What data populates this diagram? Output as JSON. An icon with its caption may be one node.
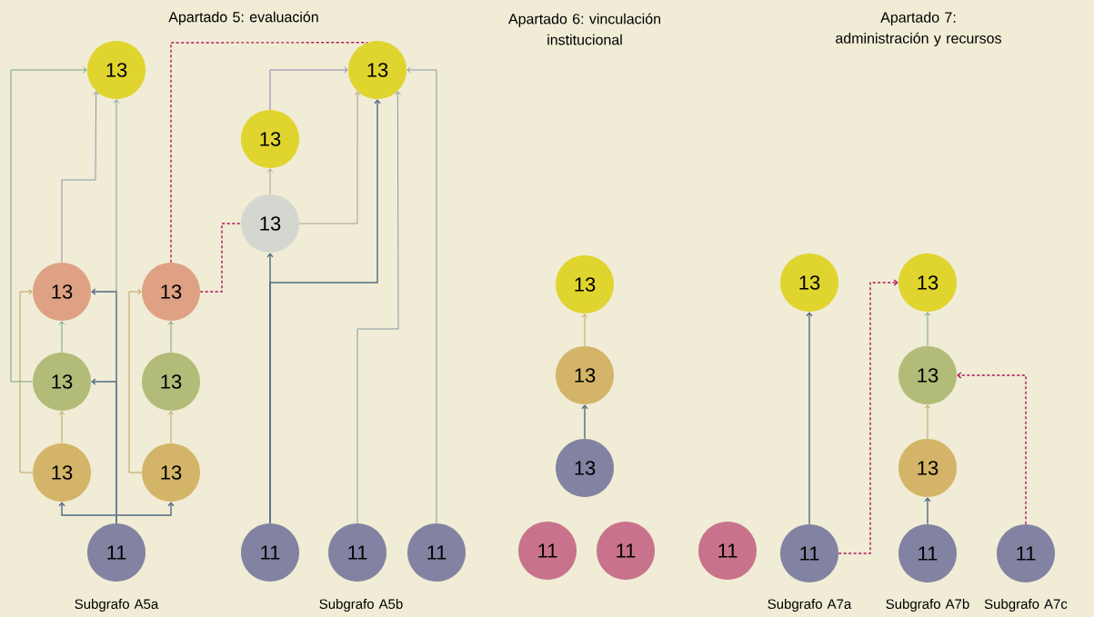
{
  "diagram": {
    "nodes": [
      {
        "text": [
          "13"
        ]
      },
      {
        "text": [
          "13"
        ]
      },
      {
        "text": [
          "13"
        ]
      },
      {
        "text": [
          "13"
        ]
      },
      {
        "text": [
          "13"
        ]
      },
      {
        "text": [
          "13"
        ]
      },
      {
        "text": [
          "13"
        ]
      },
      {
        "text": [
          "13"
        ]
      },
      {
        "text": [
          "13"
        ]
      },
      {
        "text": [
          "13"
        ]
      },
      {
        "text": [
          "11"
        ]
      },
      {
        "text": [
          "11"
        ]
      },
      {
        "text": [
          "11"
        ]
      },
      {
        "text": [
          "11"
        ]
      },
      {
        "text": [
          "13"
        ]
      },
      {
        "text": [
          "13"
        ]
      },
      {
        "text": [
          "13"
        ]
      },
      {
        "text": [
          "11"
        ]
      },
      {
        "text": [
          "11"
        ]
      },
      {
        "text": [
          "11"
        ]
      },
      {
        "text": [
          "13"
        ]
      },
      {
        "text": [
          "13"
        ]
      },
      {
        "text": [
          "13"
        ]
      },
      {
        "text": [
          "13"
        ]
      },
      {
        "text": [
          "11"
        ]
      },
      {
        "text": [
          "11"
        ]
      },
      {
        "text": [
          "11"
        ]
      }
    ],
    "edges": [
      {
        "from": 10,
        "to": 8,
        "arrow": "to"
      },
      {
        "from": 10,
        "to": 9,
        "arrow": "to"
      },
      {
        "from": 10,
        "to": 6,
        "arrow": "to"
      },
      {
        "from": 10,
        "to": 4,
        "arrow": "to"
      },
      {
        "from": 10,
        "to": 0,
        "arrow": "to",
        "color": "#7d8f9f"
      },
      {
        "from": 8,
        "to": 6,
        "arrow": "to",
        "color": "#b89a5a"
      },
      {
        "from": 6,
        "to": 4,
        "arrow": "to",
        "color": "#6a9a78"
      },
      {
        "from": 8,
        "to": 4,
        "arrow": "to",
        "color": "#b89a5a"
      },
      {
        "from": 6,
        "to": 0,
        "arrow": "to",
        "color": "#6a9a78"
      },
      {
        "from": 4,
        "to": 0,
        "arrow": "to",
        "color": "#7d8f9f"
      },
      {
        "from": 9,
        "to": 7,
        "arrow": "to",
        "color": "#b89a5a"
      },
      {
        "from": 7,
        "to": 5,
        "arrow": "to",
        "color": "#6a9a78"
      },
      {
        "from": 9,
        "to": 5,
        "arrow": "to",
        "color": "#b89a5a"
      },
      {
        "from": 5,
        "to": 1,
        "arrow": "none",
        "style": "dashed",
        "color": "#b0105a"
      },
      {
        "from": 5,
        "to": 3,
        "arrow": "none",
        "style": "dashed",
        "color": "#b0105a"
      },
      {
        "from": 3,
        "to": 2,
        "arrow": "to",
        "color": "#9a9a88"
      },
      {
        "from": 2,
        "to": 1,
        "arrow": "to",
        "color": "#8a70b0"
      },
      {
        "from": 3,
        "to": 1,
        "arrow": "to",
        "color": "#9a9a88"
      },
      {
        "from": 11,
        "to": 3,
        "arrow": "to"
      },
      {
        "from": 11,
        "to": 1,
        "arrow": "to"
      },
      {
        "from": 12,
        "to": 1,
        "arrow": "to",
        "color": "#7d8f9f"
      },
      {
        "from": 13,
        "to": 1,
        "arrow": "to",
        "color": "#7d8f9f"
      },
      {
        "from": 16,
        "to": 15,
        "arrow": "to"
      },
      {
        "from": 15,
        "to": 14,
        "arrow": "to",
        "color": "#b89a5a"
      },
      {
        "from": 24,
        "to": 20,
        "arrow": "to"
      },
      {
        "from": 24,
        "to": 21,
        "arrow": "to",
        "style": "dashed",
        "color": "#b0105a"
      },
      {
        "from": 25,
        "to": 23,
        "arrow": "to"
      },
      {
        "from": 23,
        "to": 22,
        "arrow": "to",
        "color": "#b89a5a"
      },
      {
        "from": 22,
        "to": 21,
        "arrow": "to",
        "color": "#6a9a78"
      },
      {
        "from": 26,
        "to": 22,
        "arrow": "to",
        "style": "dashed",
        "color": "#b0105a"
      }
    ],
    "labels": [
      "Apartado 5: evaluación",
      "Apartado 6: vinculación institucional",
      "Apartado 7: administración y recursos",
      "Subgrafo A5a",
      "Subgrafo A5b",
      "Subgrafo A7a",
      "Subgrafo A7b",
      "Subgrafo A7c"
    ]
  }
}
